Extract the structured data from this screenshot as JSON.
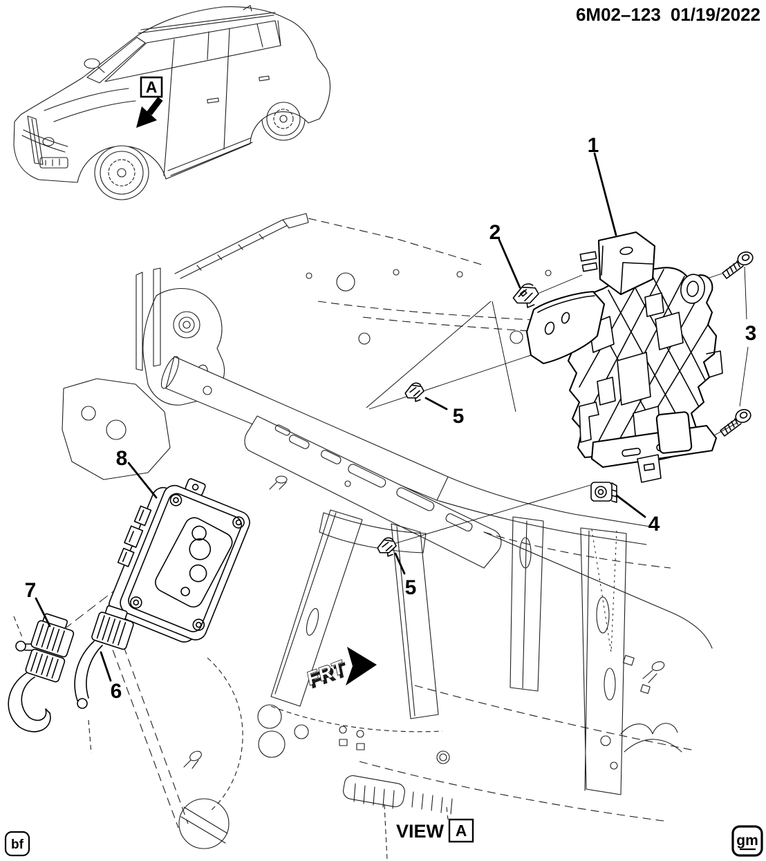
{
  "page": {
    "background": "#ffffff",
    "ink": "#000000"
  },
  "header": {
    "part_number": "6M02–123",
    "date": "01/19/2022"
  },
  "vehicle_inset": {
    "view_marker": "A"
  },
  "callouts": [
    {
      "label": "1"
    },
    {
      "label": "2"
    },
    {
      "label": "3"
    },
    {
      "label": "4"
    },
    {
      "label": "5"
    },
    {
      "label": "5"
    },
    {
      "label": "6"
    },
    {
      "label": "7"
    },
    {
      "label": "8"
    }
  ],
  "view_note": {
    "prefix": "VIEW",
    "marker": "A"
  },
  "direction_marker": {
    "label": "FRT"
  },
  "footer": {
    "left_badge": "bf",
    "right_badge": "gm"
  }
}
